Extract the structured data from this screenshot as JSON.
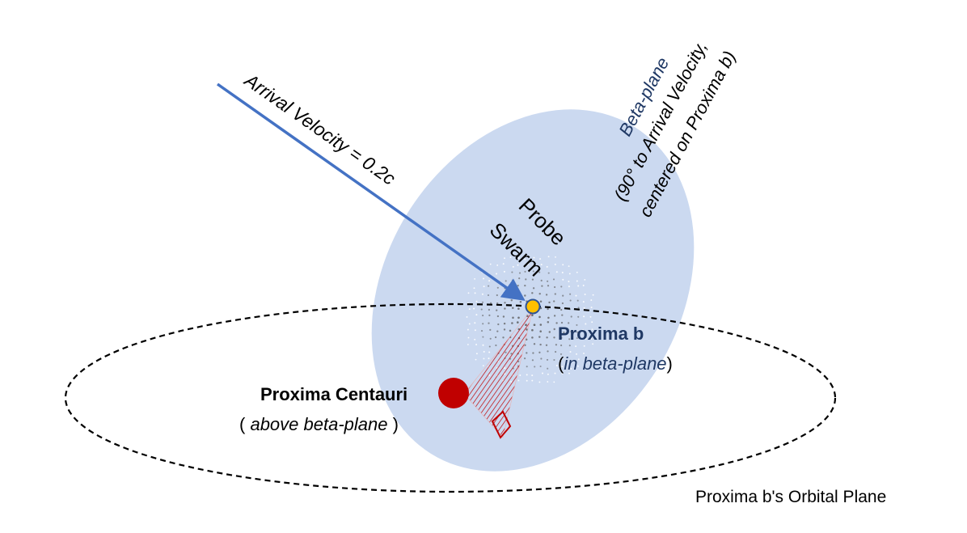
{
  "labels": {
    "arrival_velocity": "Arrival Velocity = 0.2c",
    "beta_plane_title": "Beta-plane",
    "beta_plane_line2": "(90° to Arrival Velocity,",
    "beta_plane_line3": "centered on Proxima b)",
    "probe": "Probe",
    "swarm": "Swarm",
    "proxima_b": "Proxima b",
    "proxima_b_sub_open": "(",
    "proxima_b_sub_italic": "in beta-plane",
    "proxima_b_sub_close": ")",
    "proxima_centauri": "Proxima Centauri",
    "proxima_centauri_sub_open": "( ",
    "proxima_centauri_sub_italic": "above beta-plane",
    "proxima_centauri_sub_close": " )",
    "orbital_plane": "Proxima b's Orbital Plane"
  },
  "colors": {
    "beta_plane_fill": "#cbd9f0",
    "arrow": "#4472c4",
    "star": "#c00000",
    "planet": "#ffc000",
    "planet_stroke": "#2f5597",
    "hatch": "#c00000",
    "orbit": "#000000",
    "swarm_dot": "#5a5a5a"
  }
}
